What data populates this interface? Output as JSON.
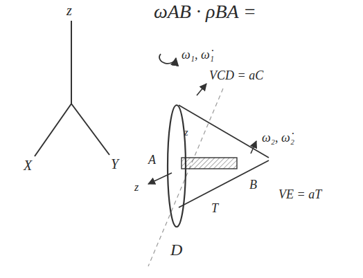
{
  "diagram": {
    "labels": [
      "z",
      "X",
      "Y",
      "ωAB · ρBA =",
      "ω₁, ω̇₁",
      "VCD = aC",
      "ω₂, ω̇₂",
      "VE = aT",
      "A",
      "B",
      "D",
      "T",
      "z",
      "z"
    ]
  }
}
